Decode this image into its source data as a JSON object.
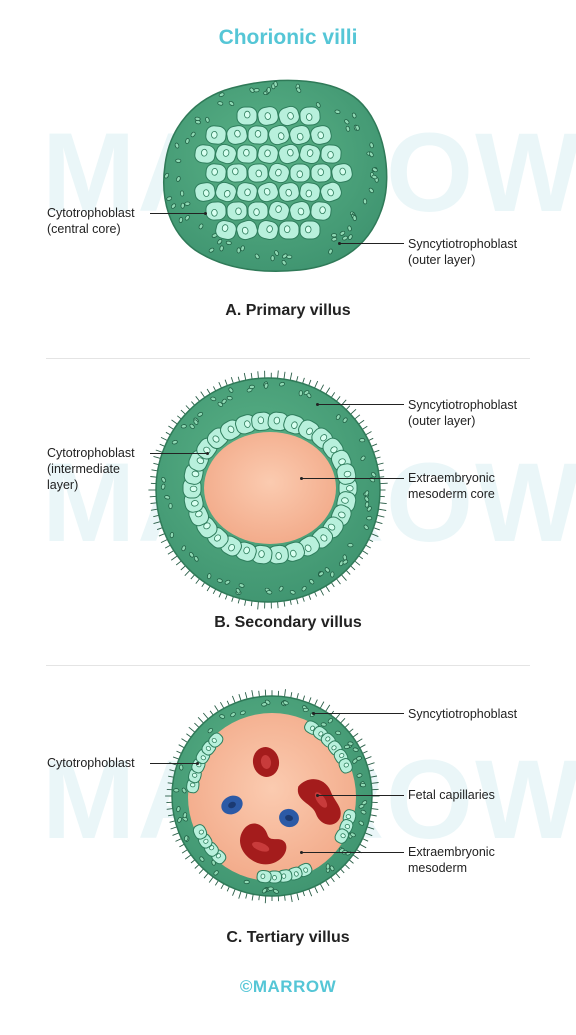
{
  "title": "Chorionic villi",
  "watermark": "MARROW",
  "footer": "©MARROW",
  "colors": {
    "title": "#55c6d6",
    "outer_layer": "#4aa078",
    "outer_layer_edge": "#2f7a58",
    "cells": "#b8f0dc",
    "cell_edge": "#2e7d5c",
    "mesoderm": "#f7b496",
    "rbc": "#b02222",
    "wbc": "#2f5fa8"
  },
  "panels": [
    {
      "id": "primary",
      "title": "A. Primary villus",
      "labels": {
        "left": "Cytotrophoblast\n(central core)",
        "right": "Syncytiotrophoblast\n(outer layer)"
      }
    },
    {
      "id": "secondary",
      "title": "B. Secondary villus",
      "labels": {
        "left": "Cytotrophoblast\n(intermediate\nlayer)",
        "right_top": "Syncytiotrophoblast\n(outer layer)",
        "right_mid": "Extraembryonic\nmesoderm core"
      }
    },
    {
      "id": "tertiary",
      "title": "C. Tertiary villus",
      "labels": {
        "left": "Cytotrophoblast",
        "right_top": "Syncytiotrophoblast",
        "right_mid": "Fetal capillaries",
        "right_bottom": "Extraembryonic\nmesoderm"
      }
    }
  ]
}
